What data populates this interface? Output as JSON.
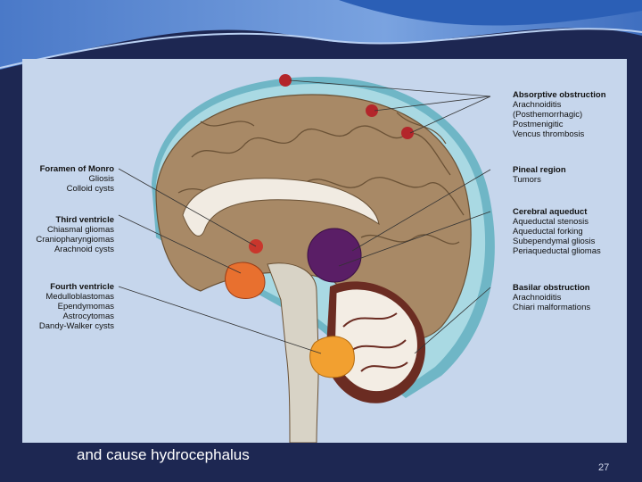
{
  "slide": {
    "caption": "and cause hydrocephalus",
    "page_number": "27"
  },
  "labels": {
    "foramen": {
      "title": "Foramen of Monro",
      "items": [
        "Gliosis",
        "Colloid cysts"
      ]
    },
    "third": {
      "title": "Third ventricle",
      "items": [
        "Chiasmal gliomas",
        "Craniopharyngiomas",
        "Arachnoid cysts"
      ]
    },
    "fourth": {
      "title": "Fourth ventricle",
      "items": [
        "Medulloblastomas",
        "Ependymomas",
        "Astrocytomas",
        "Dandy-Walker cysts"
      ]
    },
    "absorptive": {
      "title": "Absorptive obstruction",
      "items": [
        "Arachnoiditis",
        "(Posthemorrhagic)",
        "Postmenigitic",
        "Vencus thrombosis"
      ]
    },
    "pineal": {
      "title": "Pineal region",
      "items": [
        "Tumors"
      ]
    },
    "aqueduct": {
      "title": "Cerebral aqueduct",
      "items": [
        "Aqueductal stenosis",
        "Aqueductal forking",
        "Subependymal gliosis",
        "Periaqueductal gliomas"
      ]
    },
    "basilar": {
      "title": "Basilar obstruction",
      "items": [
        "Arachnoiditis",
        "Chiari malformations"
      ]
    }
  },
  "colors": {
    "background": "#1d2752",
    "figure_bg": "#c6d6ec",
    "brain": "#a88966",
    "csf_space": "#a9d9e3",
    "pineal_tumor": "#5a1e66",
    "fourth_ventricle_tumor": "#f2a030",
    "third_ventricle_tumor": "#e8702f",
    "cerebellum": "#6b2c22",
    "lesion": "#b3262b"
  }
}
